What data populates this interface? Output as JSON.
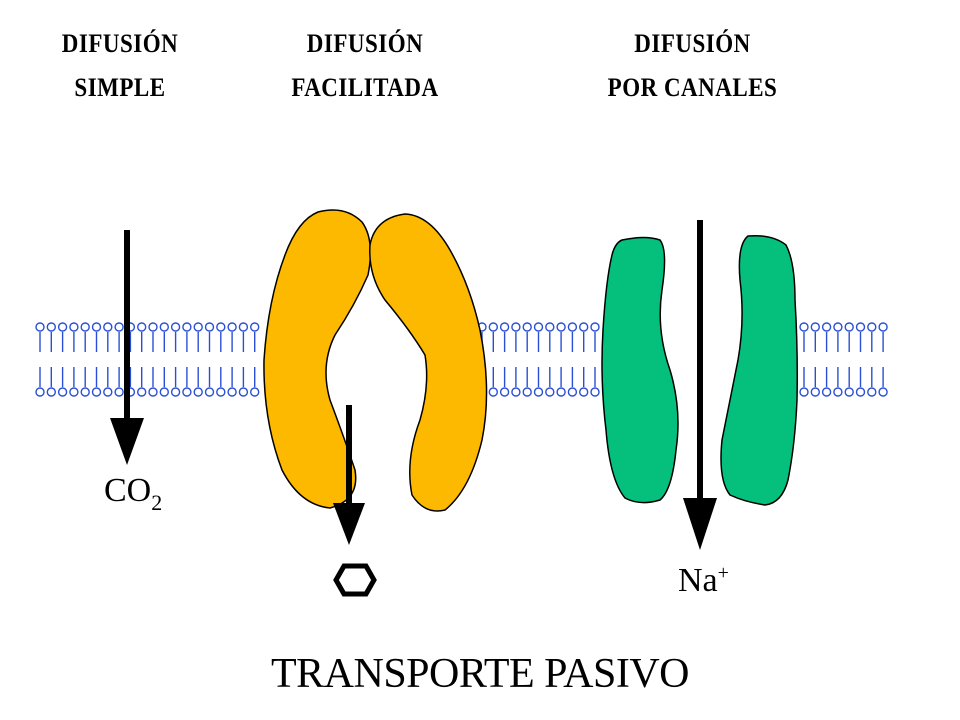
{
  "headings": [
    {
      "line1": "DIFUSIÓN",
      "line2": "SIMPLE"
    },
    {
      "line1": "DIFUSIÓN",
      "line2": "FACILITADA"
    },
    {
      "line1": "DIFUSIÓN",
      "line2": "POR CANALES"
    }
  ],
  "molecules": {
    "co2": {
      "base": "CO",
      "subscript": "2"
    },
    "sodium": {
      "base": "Na",
      "superscript": "+"
    }
  },
  "title": "TRANSPORTE PASIVO",
  "colors": {
    "membrane": "#2a4fd6",
    "carrier_protein": "#fdb900",
    "channel_protein": "#05c07c",
    "outline": "#000000"
  },
  "icons": {
    "glucose": "hexagon-icon"
  }
}
